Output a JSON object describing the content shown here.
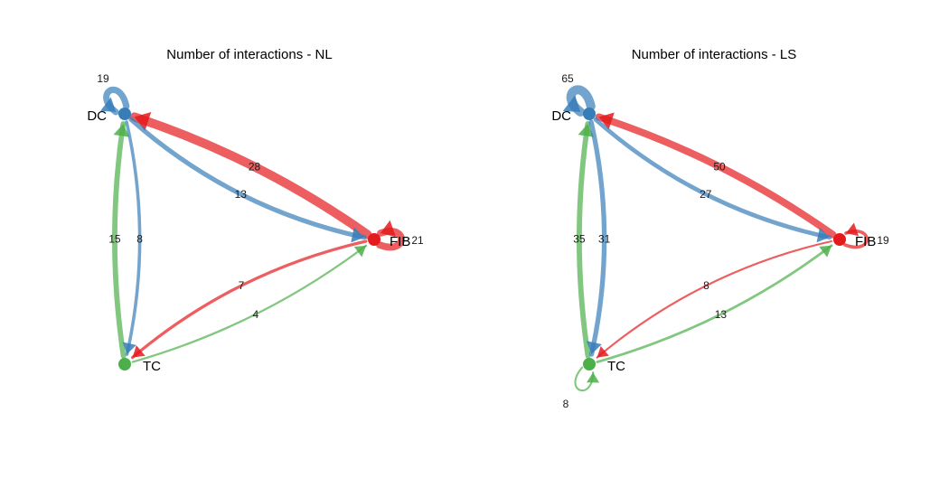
{
  "palette": {
    "DC": "#377EB8",
    "FIB": "#E41A1C",
    "TC": "#4DAF4A"
  },
  "panels": [
    {
      "title": "Number of interactions - NL",
      "nodes": [
        {
          "id": "DC",
          "label": "DC"
        },
        {
          "id": "FIB",
          "label": "FIB"
        },
        {
          "id": "TC",
          "label": "TC"
        }
      ],
      "edges": [
        {
          "from": "DC",
          "to": "DC",
          "label": "19",
          "weight": 19
        },
        {
          "from": "FIB",
          "to": "DC",
          "label": "28",
          "weight": 28
        },
        {
          "from": "DC",
          "to": "FIB",
          "label": "13",
          "weight": 13
        },
        {
          "from": "FIB",
          "to": "FIB",
          "label": "21",
          "weight": 21
        },
        {
          "from": "TC",
          "to": "DC",
          "label": "15",
          "weight": 15
        },
        {
          "from": "DC",
          "to": "TC",
          "label": "8",
          "weight": 8
        },
        {
          "from": "TC",
          "to": "FIB",
          "label": "4",
          "weight": 4
        },
        {
          "from": "FIB",
          "to": "TC",
          "label": "7",
          "weight": 7
        }
      ]
    },
    {
      "title": "Number of interactions - LS",
      "nodes": [
        {
          "id": "DC",
          "label": "DC"
        },
        {
          "id": "FIB",
          "label": "FIB"
        },
        {
          "id": "TC",
          "label": "TC"
        }
      ],
      "edges": [
        {
          "from": "DC",
          "to": "DC",
          "label": "65",
          "weight": 65
        },
        {
          "from": "FIB",
          "to": "DC",
          "label": "50",
          "weight": 50
        },
        {
          "from": "DC",
          "to": "FIB",
          "label": "27",
          "weight": 27
        },
        {
          "from": "FIB",
          "to": "FIB",
          "label": "19",
          "weight": 19
        },
        {
          "from": "TC",
          "to": "DC",
          "label": "35",
          "weight": 35
        },
        {
          "from": "DC",
          "to": "TC",
          "label": "31",
          "weight": 31
        },
        {
          "from": "TC",
          "to": "FIB",
          "label": "13",
          "weight": 13
        },
        {
          "from": "FIB",
          "to": "TC",
          "label": "8",
          "weight": 8
        },
        {
          "from": "TC",
          "to": "TC",
          "label": "8",
          "weight": 8
        }
      ]
    }
  ]
}
